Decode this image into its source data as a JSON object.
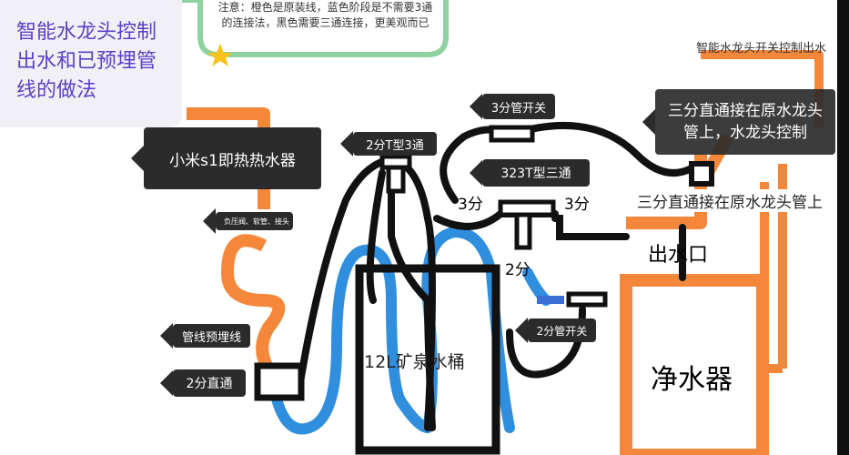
{
  "title": "智能水龙头控制出水和已预埋管线的做法",
  "note": "注意：橙色是原装线，蓝色阶段是不需要3通的连接法，黑色需要三通连接，更美观而已",
  "labels": {
    "heater": "小米s1即热热水器",
    "valve": "负压阀、软管、接头",
    "pipe_embedded": "管线预埋线",
    "straight_2": "2分直通",
    "t3_2": "2分T型3通",
    "switch_3": "3分管开关",
    "t323": "323T型三通",
    "left_3": "3分",
    "right_3": "3分",
    "bottom_2": "2分",
    "switch_2": "2分管开关",
    "bucket": "12L矿泉水桶",
    "outlet": "出水口",
    "purifier": "净水器",
    "faucet_control": "智能水龙头开关控制出水",
    "straight_3": "三分直通接在原水龙头管上，水龙头控制",
    "straight_3_ghost": "三分直通接在原水龙头管上"
  },
  "colors": {
    "orange": "#f5873a",
    "blue": "#2f8fde",
    "black": "#111111",
    "title": "#5b3fc4"
  }
}
